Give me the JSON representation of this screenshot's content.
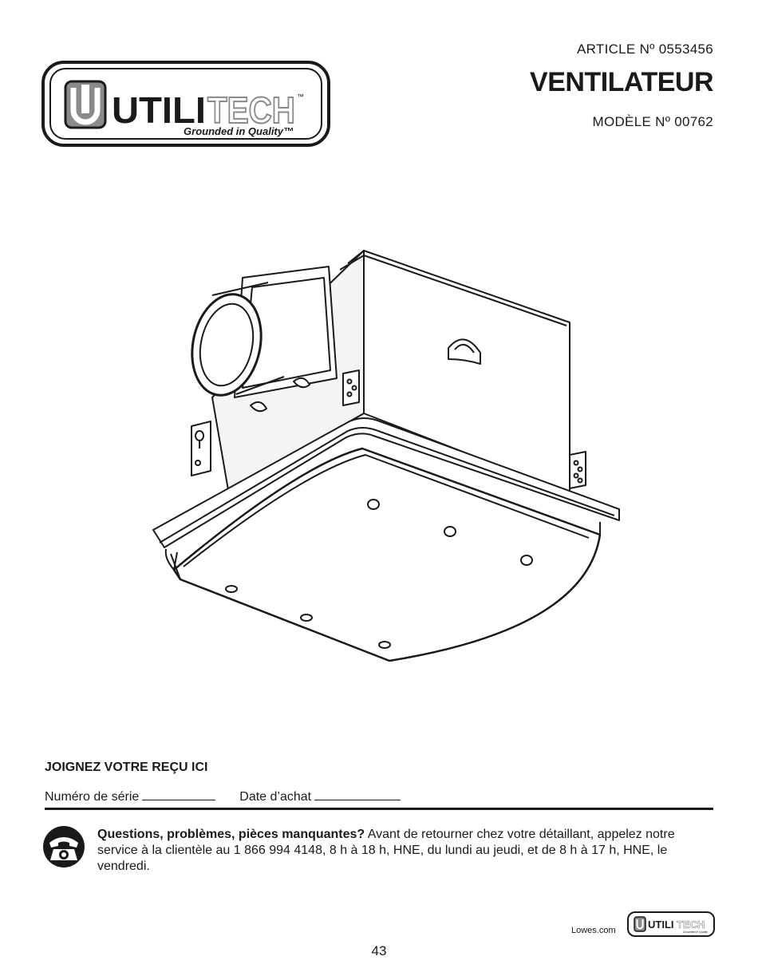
{
  "header": {
    "brand_first": "UTILI",
    "brand_second": "TECH",
    "brand_tm": "™",
    "tagline": "Grounded in Quality™",
    "article_number": "ARTICLE Nº 0553456",
    "title": "VENTILATEUR",
    "model_number": "MODÈLE Nº 00762"
  },
  "receipt": {
    "heading": "JOIGNEZ VOTRE REÇU ICI",
    "serial_label": "Numéro de série",
    "date_label": "Date d’achat"
  },
  "help": {
    "bold_question": "Questions, problèmes, pièces manquantes?",
    "line": " Avant de retourner chez votre détaillant, appelez notre service à la clientèle au 1 866 994 4148, 8 h à 18 h, HNE, du lundi au jeudi, et de 8 h à 17 h, HNE, le vendredi."
  },
  "footer": {
    "website": "Lowes.com",
    "small_brand_first": "UTILI",
    "small_brand_second": "TECH",
    "small_tagline": "Grounded in Quality",
    "page_number": "43"
  },
  "colors": {
    "ink": "#1a1a1a",
    "logo_gray": "#8a8a8a",
    "background": "#ffffff"
  }
}
